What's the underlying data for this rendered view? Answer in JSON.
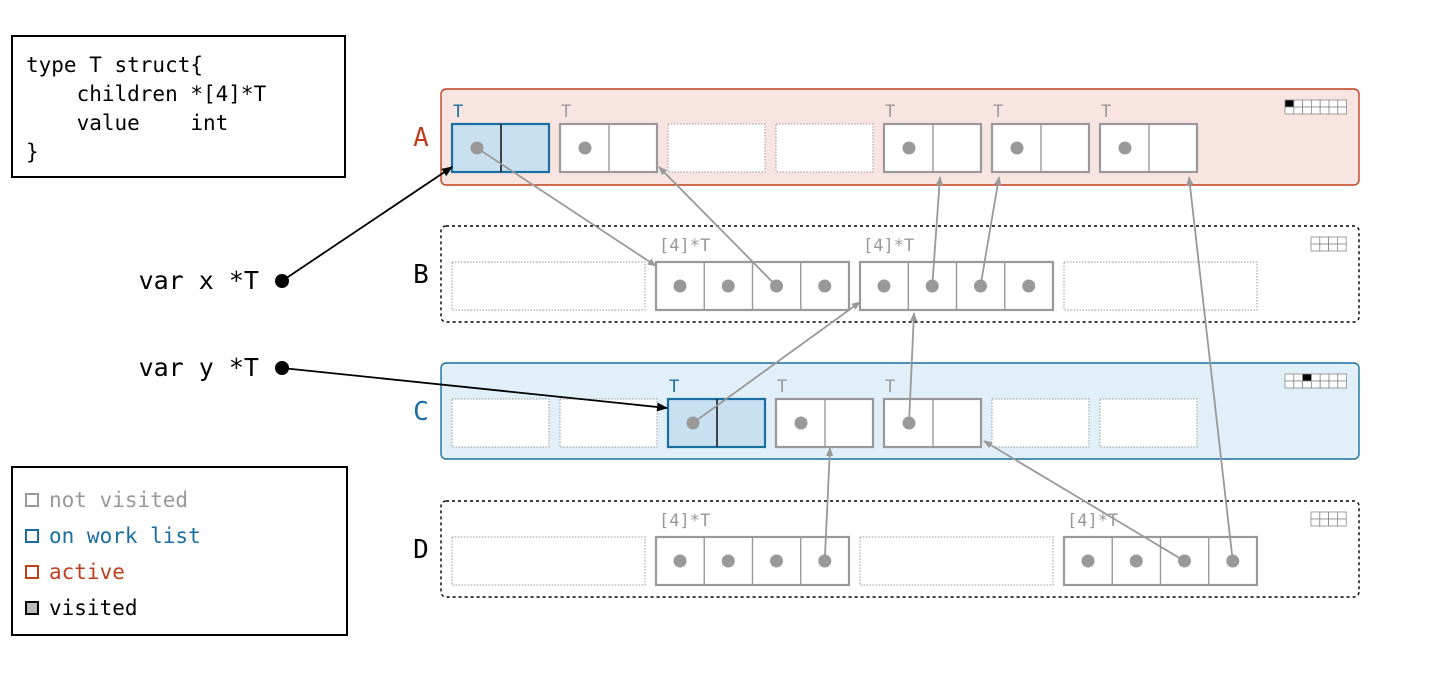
{
  "code": {
    "lines": [
      "type T struct{",
      "    children *[4]*T",
      "    value    int",
      "}"
    ]
  },
  "vars": {
    "x": "var x *T",
    "y": "var y *T"
  },
  "spans": [
    {
      "id": "A",
      "label": "A",
      "state": "active"
    },
    {
      "id": "B",
      "label": "B",
      "state": "idle"
    },
    {
      "id": "C",
      "label": "C",
      "state": "worklist"
    },
    {
      "id": "D",
      "label": "D",
      "state": "idle"
    }
  ],
  "objects": {
    "A": [
      {
        "slot": 0,
        "kind": "T",
        "label": "T",
        "state": "worklist"
      },
      {
        "slot": 1,
        "kind": "T",
        "label": "T",
        "state": "normal"
      },
      {
        "slot": 4,
        "kind": "T",
        "label": "T",
        "state": "normal"
      },
      {
        "slot": 5,
        "kind": "T",
        "label": "T",
        "state": "normal"
      },
      {
        "slot": 6,
        "kind": "T",
        "label": "T",
        "state": "normal"
      }
    ],
    "B": [
      {
        "slot": 1,
        "kind": "array",
        "label": "[4]*T",
        "state": "normal"
      },
      {
        "slot": 2,
        "kind": "array",
        "label": "[4]*T",
        "state": "normal"
      }
    ],
    "C": [
      {
        "slot": 2,
        "kind": "T",
        "label": "T",
        "state": "worklist"
      },
      {
        "slot": 3,
        "kind": "T",
        "label": "T",
        "state": "normal"
      },
      {
        "slot": 4,
        "kind": "T",
        "label": "T",
        "state": "normal"
      }
    ],
    "D": [
      {
        "slot": 1,
        "kind": "array",
        "label": "[4]*T",
        "state": "normal"
      },
      {
        "slot": 3,
        "kind": "array",
        "label": "[4]*T",
        "state": "normal"
      }
    ]
  },
  "legend": [
    {
      "label": "not visited",
      "color": "#999999",
      "fill": "#ffffff"
    },
    {
      "label": "on work list",
      "color": "#1a6fa0",
      "fill": "#ffffff"
    },
    {
      "label": "active",
      "color": "#c0401e",
      "fill": "#ffffff"
    },
    {
      "label": "visited",
      "color": "#000000",
      "fill": "#bbbbbb"
    }
  ],
  "colors": {
    "active_border": "#c0401e",
    "active_fill": "#f8e5e1",
    "worklist_border": "#1a6fa0",
    "worklist_fill": "#e1eff8",
    "object_worklist_fill": "#c9e0f0",
    "gray": "#999999",
    "dark_gray": "#888888",
    "dot": "#999999"
  }
}
